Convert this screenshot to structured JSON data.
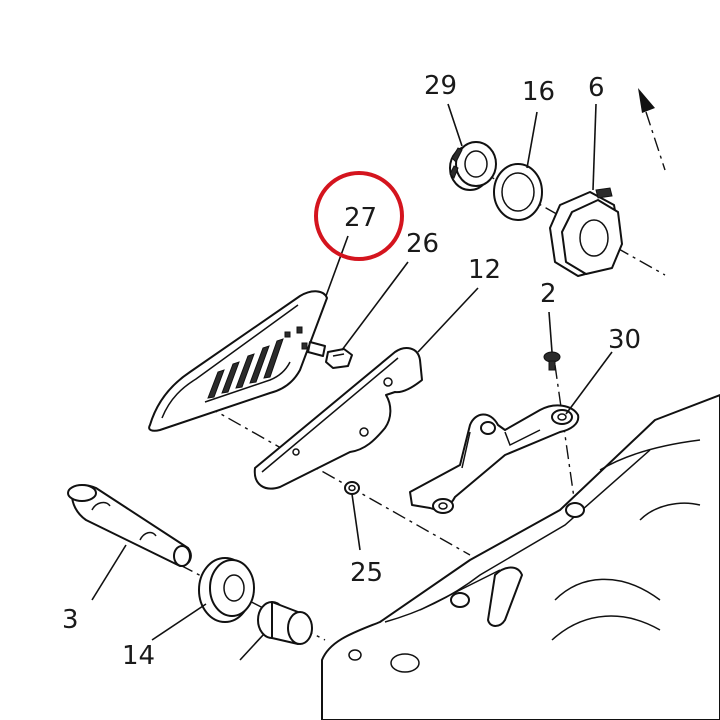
{
  "diagram": {
    "highlight_color": "#d4141e",
    "callouts": [
      {
        "id": "29",
        "text": "29"
      },
      {
        "id": "16",
        "text": "16"
      },
      {
        "id": "6",
        "text": "6"
      },
      {
        "id": "27",
        "text": "27",
        "highlighted": true
      },
      {
        "id": "26",
        "text": "26"
      },
      {
        "id": "12",
        "text": "12"
      },
      {
        "id": "2",
        "text": "2"
      },
      {
        "id": "30",
        "text": "30"
      },
      {
        "id": "25",
        "text": "25"
      },
      {
        "id": "3",
        "text": "3"
      },
      {
        "id": "14",
        "text": "14"
      }
    ]
  }
}
